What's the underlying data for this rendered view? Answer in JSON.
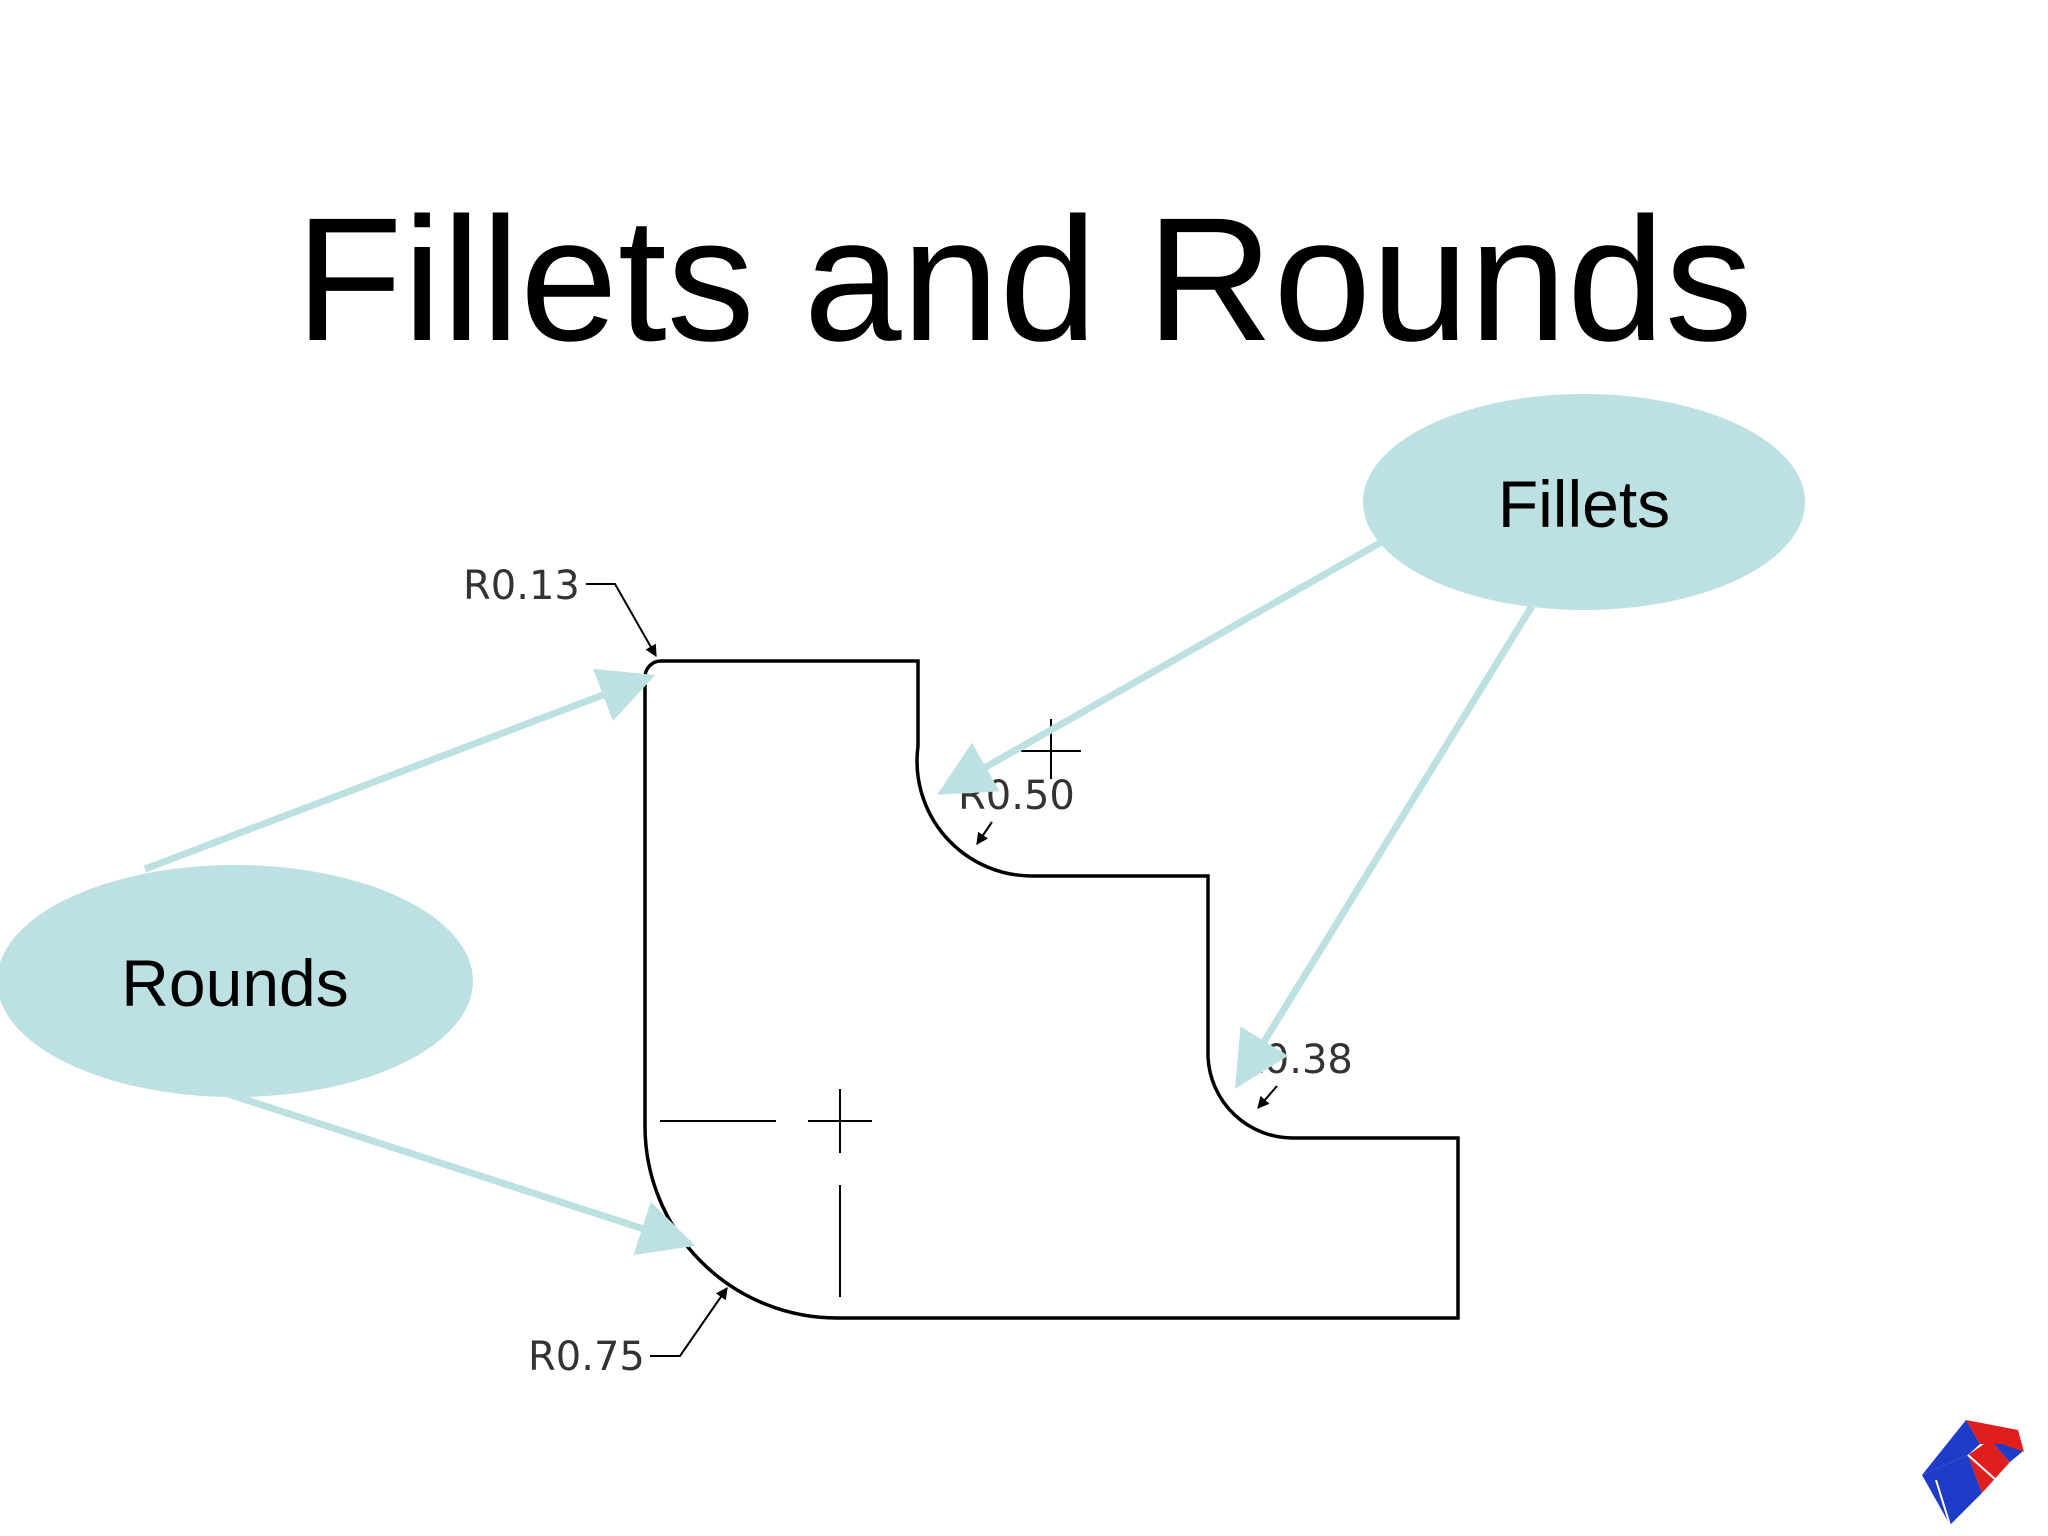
{
  "slide": {
    "title": "Fillets and Rounds"
  },
  "callouts": {
    "fillets": {
      "label": "Fillets"
    },
    "rounds": {
      "label": "Rounds"
    }
  },
  "dimensions": {
    "r013": "R0.13",
    "r050": "R0.50",
    "r038": "R0.38",
    "r075": "R0.75"
  },
  "colors": {
    "callout_fill": "#bde0e2",
    "leader_line": "#bde0e2",
    "part_outline": "#000000",
    "logo_blue": "#1e3cc8",
    "logo_red": "#e01e1e"
  },
  "icons": {
    "logo": "arrow-logo-icon"
  }
}
